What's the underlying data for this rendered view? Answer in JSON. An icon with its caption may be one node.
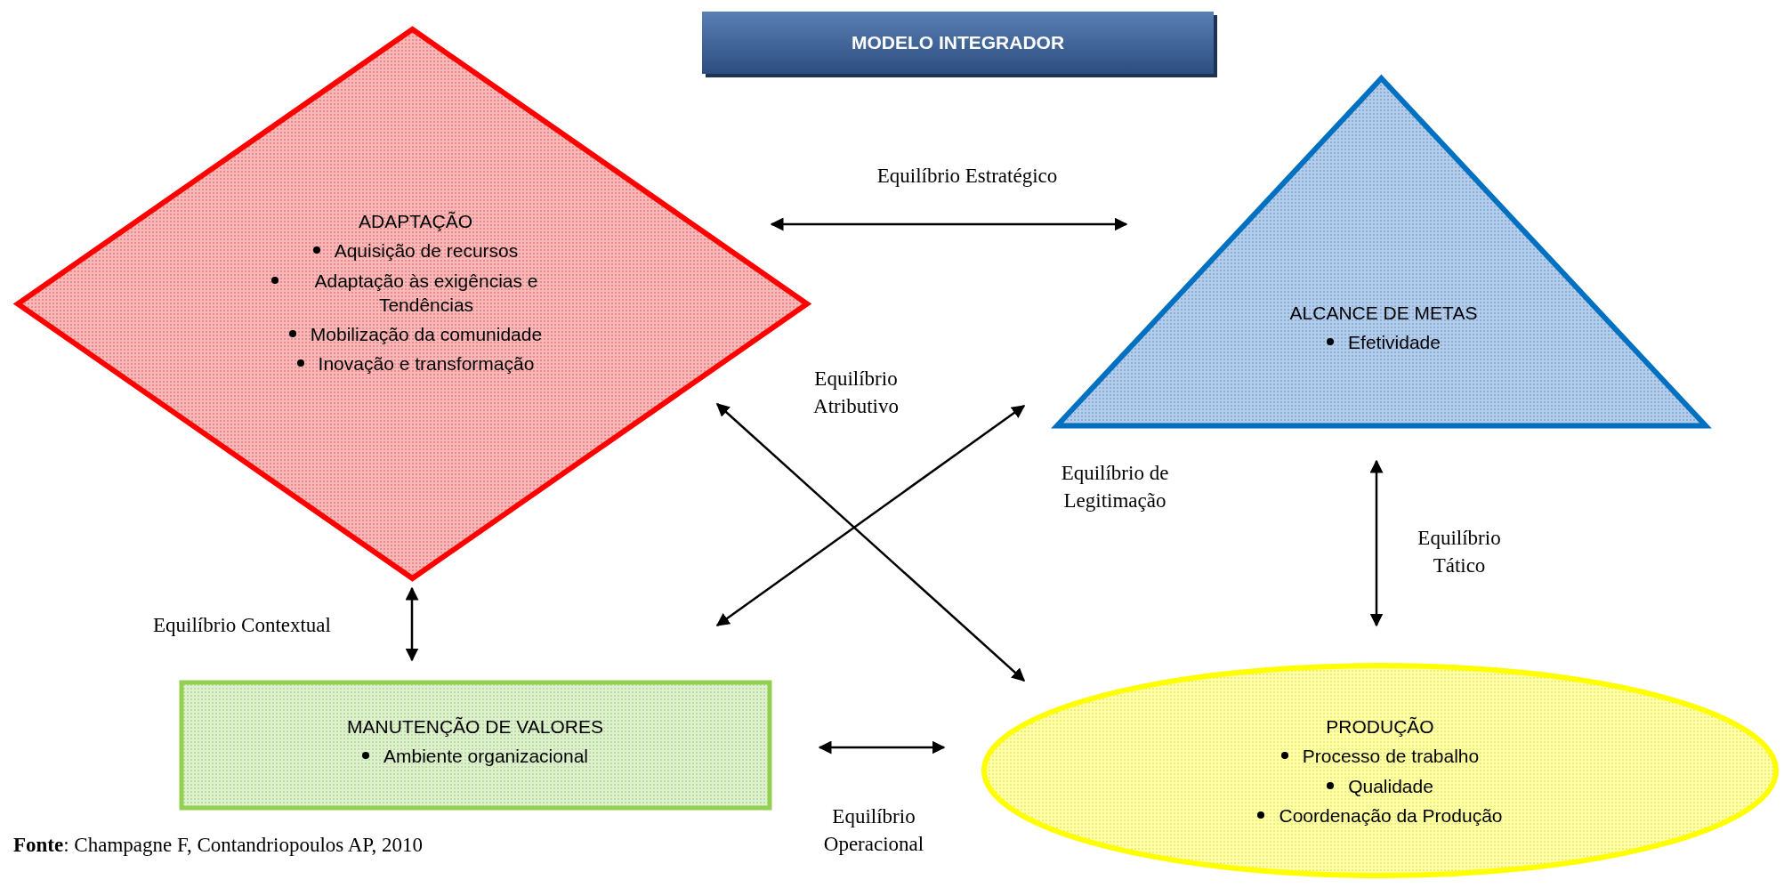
{
  "diagram": {
    "title": "MODELO INTEGRADOR",
    "nodes": [
      {
        "text": [
          "ADAPTAÇÃO",
          "Aquisição de recursos",
          "Adaptação às exigências e Tendências",
          "Mobilização da comunidade",
          "Inovação e transformação"
        ]
      },
      {
        "text": [
          "ALCANCE DE METAS",
          "Efetividade"
        ]
      },
      {
        "text": [
          "MANUTENÇÃO DE VALORES",
          "Ambiente organizacional"
        ]
      },
      {
        "text": [
          "PRODUÇÃO",
          "Processo de trabalho",
          "Qualidade",
          "Coordenação da Produção"
        ]
      }
    ],
    "edges": [
      {
        "from": 0,
        "to": 1,
        "arrow": "both",
        "label": "Equilíbrio Estratégico"
      },
      {
        "from": 0,
        "to": 3,
        "arrow": "both",
        "label": "Equilíbrio Atributivo"
      },
      {
        "from": 1,
        "to": 2,
        "arrow": "both",
        "label": "Equilíbrio de Legitimação"
      },
      {
        "from": 0,
        "to": 2,
        "arrow": "both",
        "label": "Equilíbrio Contextual"
      },
      {
        "from": 1,
        "to": 3,
        "arrow": "both",
        "label": "Equilíbrio Tático"
      },
      {
        "from": 2,
        "to": 3,
        "arrow": "both",
        "label": "Equilíbrio Operacional"
      }
    ],
    "labels": [
      "**Fonte**: Champagne F, Contandriopoulos AP, 2010"
    ]
  }
}
